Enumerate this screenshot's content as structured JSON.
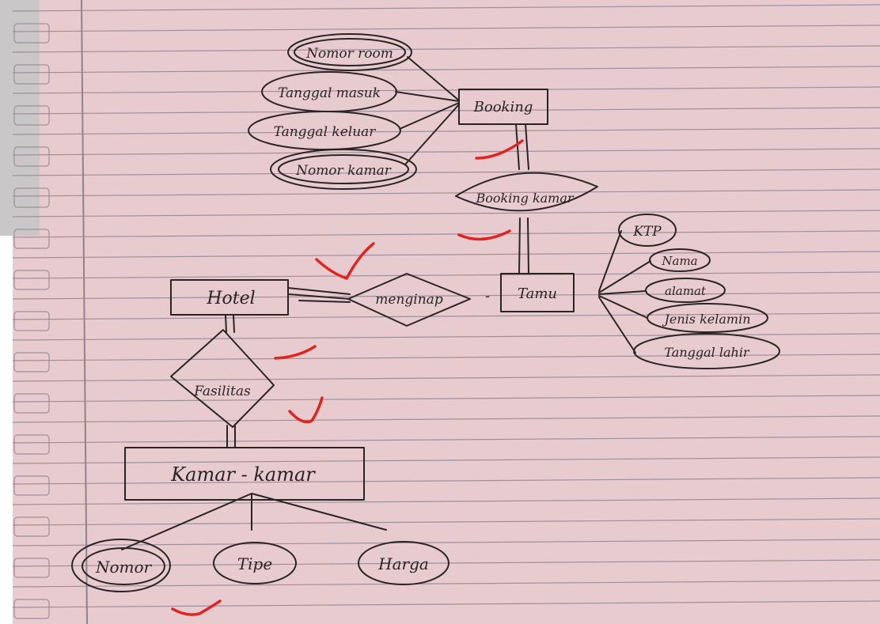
{
  "colors": {
    "paper": "#e8cbcf",
    "paper_shade": "#dcbcc1",
    "rule_line": "#9d8f9c",
    "margin_line": "#8e8290",
    "ink": "#2a2426",
    "check_mark": "#e0241f",
    "gray_strip": "#c9c7c8"
  },
  "entities": {
    "booking": "Booking",
    "hotel": "Hotel",
    "tamu": "Tamu",
    "kamar": "Kamar - kamar"
  },
  "relationships": {
    "booking_kamar": "Booking kamar",
    "menginap": "menginap",
    "fasilitas": "Fasilitas"
  },
  "attributes": {
    "booking": [
      "Nomor room",
      "Tanggal masuk",
      "Tanggal keluar",
      "Nomor kamar"
    ],
    "tamu": [
      "KTP",
      "Nama",
      "alamat",
      "Jenis kelamin",
      "Tanggal lahir"
    ],
    "kamar": [
      "Nomor",
      "Tipe",
      "Harga"
    ]
  },
  "connector_symbol": "-"
}
